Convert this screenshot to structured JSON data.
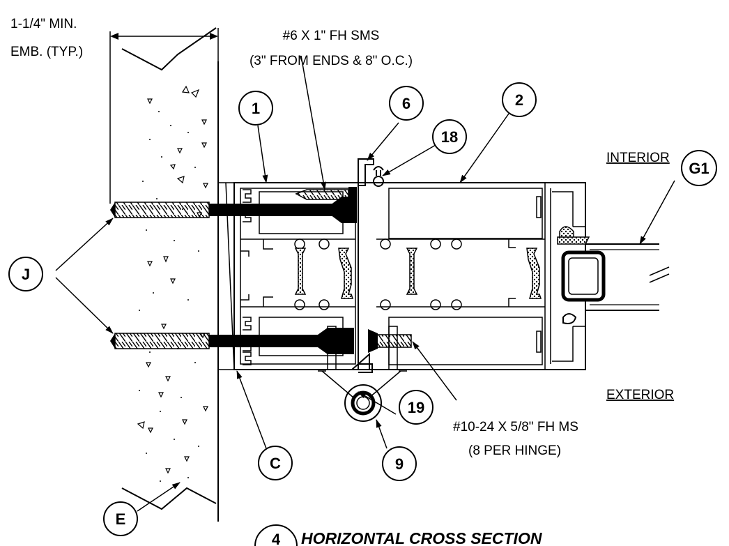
{
  "notes": {
    "embedment_line1": "1-1/4\" MIN.",
    "embedment_line2": "EMB. (TYP.)",
    "sms_line1": "#6 X 1\" FH SMS",
    "sms_line2": "(3\" FROM ENDS & 8\" O.C.)",
    "interior": "INTERIOR",
    "exterior": "EXTERIOR",
    "ms_line1": "#10-24 X 5/8\" FH MS",
    "ms_line2": "(8 PER HINGE)"
  },
  "callouts": {
    "c1": "1",
    "c2": "2",
    "c6": "6",
    "c18": "18",
    "g1": "G1",
    "j": "J",
    "c": "C",
    "c9": "9",
    "c19": "19",
    "e": "E"
  },
  "title": {
    "detail_number": "4",
    "text": "HORIZONTAL CROSS SECTION"
  },
  "colors": {
    "ink": "#000000",
    "paper": "#ffffff"
  }
}
